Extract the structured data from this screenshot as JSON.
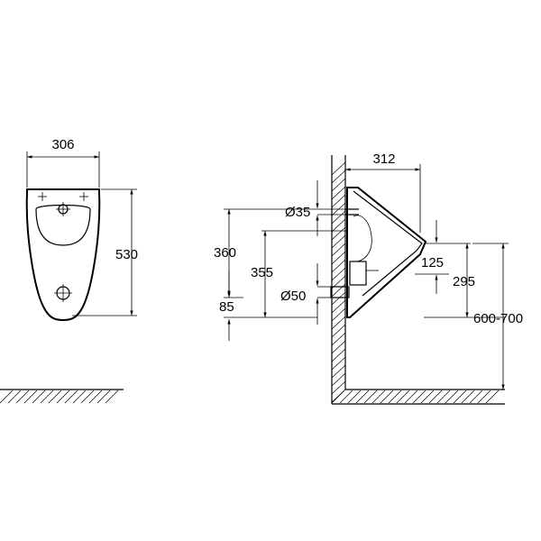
{
  "dimensions": {
    "front_width": "306",
    "front_height": "530",
    "side_depth": "312",
    "outlet_dia_top": "Ø35",
    "outlet_dia_bottom": "Ø50",
    "h_360": "360",
    "h_355": "355",
    "h_85": "85",
    "h_125": "125",
    "h_295": "295",
    "mount_height": "600-700"
  }
}
